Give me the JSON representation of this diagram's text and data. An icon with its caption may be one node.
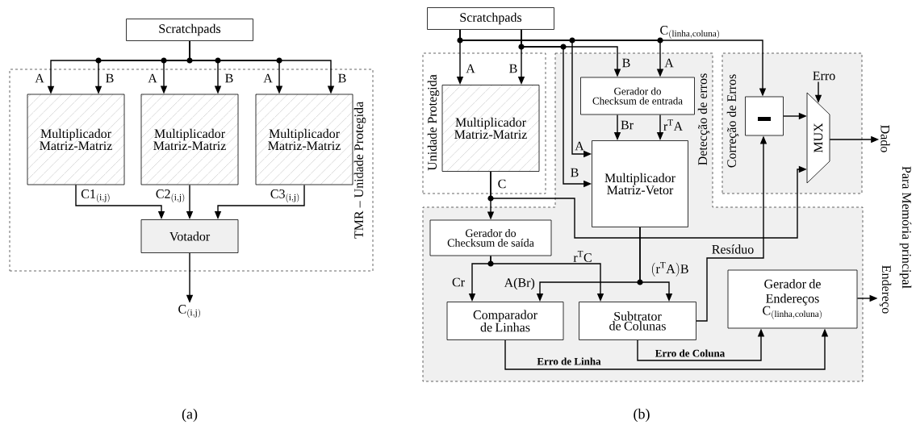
{
  "diagram": {
    "nodes": [
      {
        "text": [
          "Scratchpads"
        ]
      },
      {
        "text": [
          "TMR – Unidade Protegida"
        ]
      },
      {
        "text": [
          "Multiplicador Matriz-Matriz"
        ],
        "in": 1
      },
      {
        "text": [
          "Multiplicador Matriz-Matriz"
        ],
        "in": 1
      },
      {
        "text": [
          "Multiplicador Matriz-Matriz"
        ],
        "in": 1
      },
      {
        "text": [
          "Votador"
        ],
        "in": 1
      },
      {
        "text": [
          "\\mathrm{C}_{(\\mathrm{i,j})}"
        ]
      },
      {
        "text": [
          "Scratchpads"
        ]
      },
      {
        "text": [
          "Unidade Protegida"
        ]
      },
      {
        "text": [
          "Multiplicador Matriz-Matriz"
        ],
        "in": 8
      },
      {
        "text": [
          "Detecção de erros"
        ]
      },
      {
        "text": [
          "Gerador do Checksum de entrada"
        ],
        "in": 10
      },
      {
        "text": [
          "Multiplicador Matriz-Vetor"
        ],
        "in": 10
      },
      {
        "text": [
          "Correção de Erros"
        ]
      },
      {
        "text": [],
        "shape": "box",
        "in": 13
      },
      {
        "text": [
          "Erro"
        ],
        "in": 13
      },
      {
        "text": [
          "MUX"
        ],
        "in": 13
      },
      {
        "text": [
          "Dado"
        ]
      },
      {
        "text": [
          "Gerador do Checksum de saída"
        ],
        "in": 10
      },
      {
        "text": [
          "Comparador de Linhas"
        ],
        "in": 10
      },
      {
        "text": [
          "Subtrator de Colunas"
        ],
        "in": 10
      },
      {
        "text": [
          "Gerador de Endereços",
          "\\mathrm{C}_{(\\mathrm{linha,coluna})}"
        ],
        "in": 10
      },
      {
        "text": [
          "Endereço"
        ]
      }
    ],
    "edges": [
      {
        "from": 0,
        "to": 2,
        "arrow": "to",
        "label": "A"
      },
      {
        "from": 0,
        "to": 2,
        "arrow": "to",
        "label": "B"
      },
      {
        "from": 0,
        "to": 3,
        "arrow": "to",
        "label": "A"
      },
      {
        "from": 0,
        "to": 3,
        "arrow": "to",
        "label": "B"
      },
      {
        "from": 0,
        "to": 4,
        "arrow": "to",
        "label": "A"
      },
      {
        "from": 0,
        "to": 4,
        "arrow": "to",
        "label": "B"
      },
      {
        "from": 2,
        "to": 5,
        "arrow": "to",
        "label": "\\mathrm{C1}_{(\\mathrm{i,j})}"
      },
      {
        "from": 3,
        "to": 5,
        "arrow": "to",
        "label": "\\mathrm{C2}_{(\\mathrm{i,j})}"
      },
      {
        "from": 4,
        "to": 5,
        "arrow": "to",
        "label": "\\mathrm{C3}_{(\\mathrm{i,j})}"
      },
      {
        "from": 5,
        "to": 6,
        "arrow": "to"
      },
      {
        "from": 7,
        "to": 9,
        "arrow": "to",
        "label": "A"
      },
      {
        "from": 7,
        "to": 9,
        "arrow": "to",
        "label": "B"
      },
      {
        "from": 7,
        "to": 11,
        "arrow": "to",
        "label": "B"
      },
      {
        "from": 7,
        "to": 11,
        "arrow": "to",
        "label": "A"
      },
      {
        "from": 7,
        "to": 12,
        "arrow": "to",
        "label": "A"
      },
      {
        "from": 7,
        "to": 12,
        "arrow": "to",
        "label": "B"
      },
      {
        "from": 7,
        "to": 14,
        "arrow": "to",
        "label": "\\mathrm{C}_{(\\mathrm{linha,coluna})}"
      },
      {
        "from": 11,
        "to": 12,
        "arrow": "to",
        "label": "Br"
      },
      {
        "from": 11,
        "to": 12,
        "arrow": "to",
        "label": "\\mathrm{r}^{\\mathrm{T}}\\mathrm{A}"
      },
      {
        "from": 9,
        "to": 18,
        "arrow": "to",
        "label": "C"
      },
      {
        "from": 9,
        "to": 16,
        "arrow": "to"
      },
      {
        "from": 18,
        "to": 19,
        "arrow": "to",
        "label": "Cr"
      },
      {
        "from": 18,
        "to": 20,
        "arrow": "to",
        "label": "\\mathrm{r}^{\\mathrm{T}}\\mathrm{C}"
      },
      {
        "from": 12,
        "to": 20,
        "arrow": "to",
        "label": "(\\mathrm{r}^{\\mathrm{T}}\\mathrm{A})\\mathrm{B}"
      },
      {
        "from": 12,
        "to": 19,
        "arrow": "to",
        "label": "A(Br)"
      },
      {
        "from": 20,
        "to": 14,
        "arrow": "to",
        "label": "Resíduo"
      },
      {
        "from": 14,
        "to": 16,
        "arrow": "to"
      },
      {
        "from": 15,
        "to": 16,
        "arrow": "to"
      },
      {
        "from": 16,
        "to": 17,
        "arrow": "to"
      },
      {
        "from": 20,
        "to": 21,
        "arrow": "to",
        "label": "Erro de Coluna"
      },
      {
        "from": 19,
        "to": 21,
        "arrow": "to",
        "label": "Erro de Linha"
      },
      {
        "from": 21,
        "to": 22,
        "arrow": "to"
      }
    ],
    "labels": [
      "Para Memória principal",
      "(a)",
      "(b)"
    ]
  }
}
